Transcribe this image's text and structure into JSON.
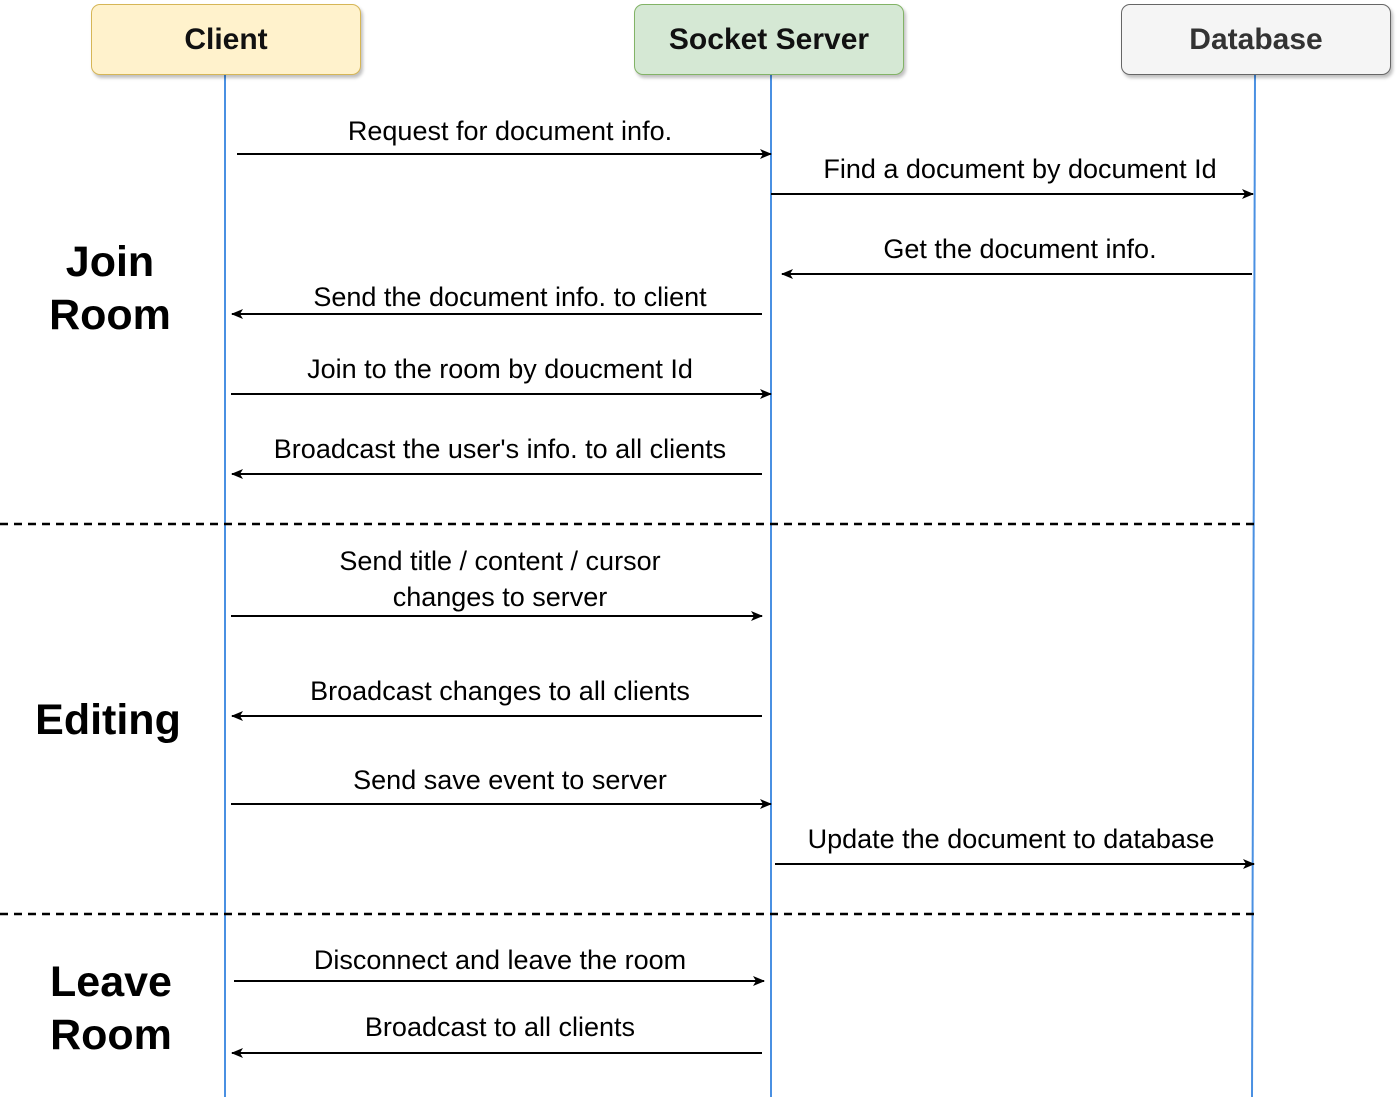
{
  "participants": {
    "client": "Client",
    "server": "Socket Server",
    "database": "Database"
  },
  "sections": {
    "join_room": "Join\nRoom",
    "editing": "Editing",
    "leave_room": "Leave\nRoom"
  },
  "messages": {
    "request_document_info": "Request for document  info.",
    "find_document_by_id": "Find a document by document Id",
    "get_document_info": "Get the document info.",
    "send_document_info_to_client": "Send the document info. to client",
    "join_room_by_document_id": "Join to the room by doucment Id",
    "broadcast_user_info": "Broadcast the user's info. to all clients",
    "send_changes_to_server": "Send title / content / cursor\nchanges to server",
    "broadcast_changes": "Broadcast changes to all clients",
    "send_save_event": "Send save event to server",
    "update_document_db": "Update the document to database",
    "disconnect_leave_room": "Disconnect and leave the room",
    "broadcast_to_all": "Broadcast to all clients"
  },
  "colors": {
    "lifeline": "#4a90e2",
    "arrow": "#000000",
    "separator": "#000000",
    "client_fill": "#fff2cc",
    "server_fill": "#d5e8d4",
    "database_fill": "#f5f5f5"
  }
}
